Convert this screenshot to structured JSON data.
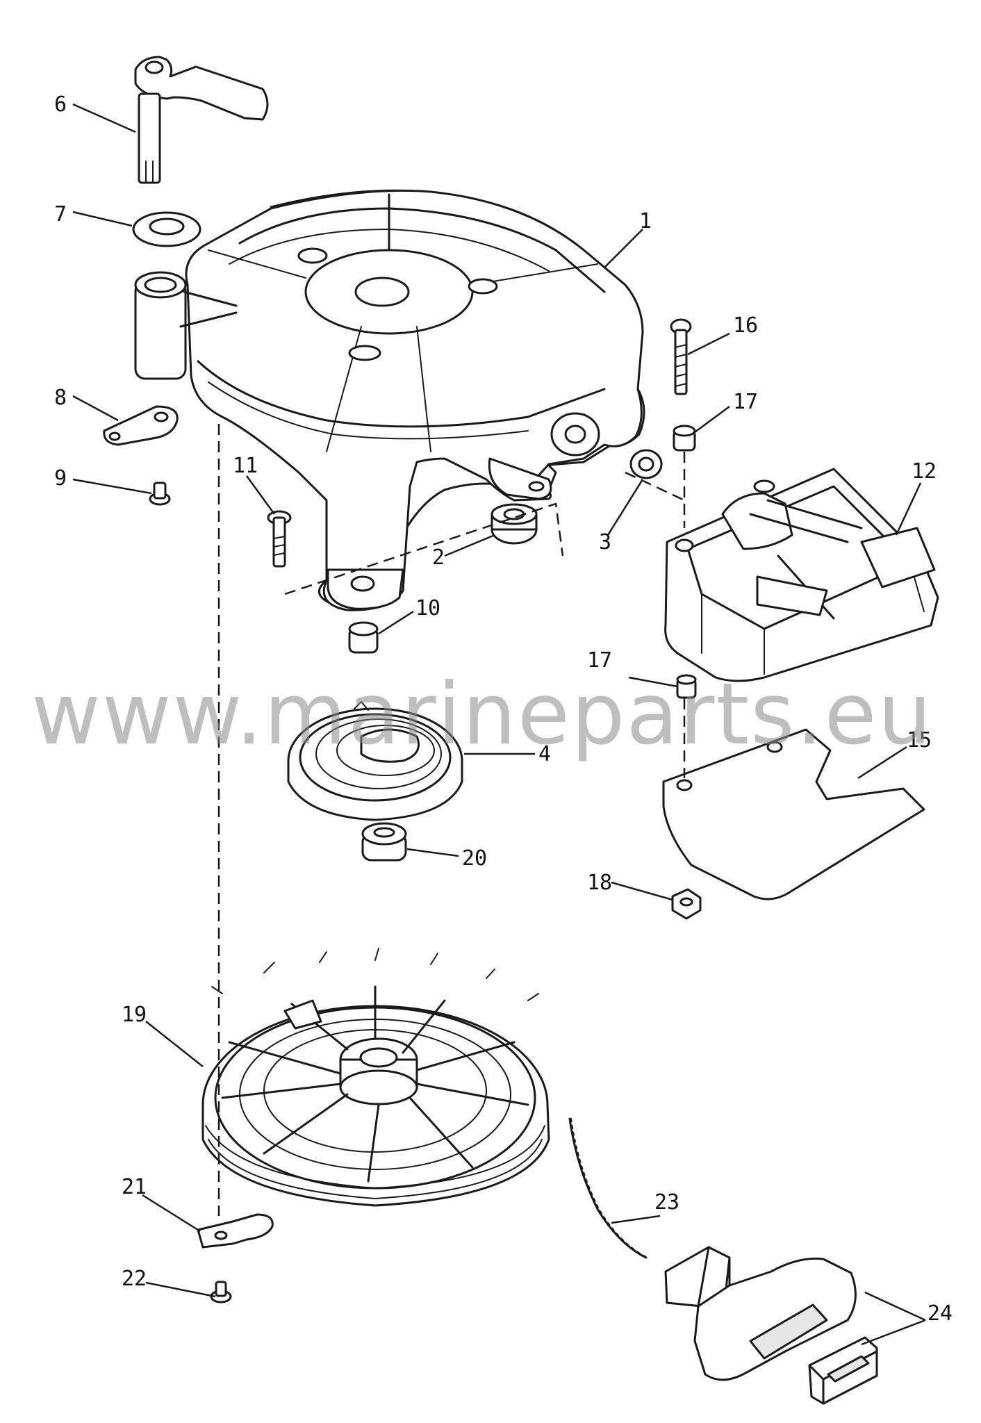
{
  "watermark": "www.marineparts.eu",
  "colors": {
    "line": "#1a1a1a",
    "watermark": "#8a8a8a",
    "background": "#ffffff"
  },
  "callouts": [
    {
      "id": "c1",
      "label": "1"
    },
    {
      "id": "c2",
      "label": "2"
    },
    {
      "id": "c3",
      "label": "3"
    },
    {
      "id": "c4",
      "label": "4"
    },
    {
      "id": "c6",
      "label": "6"
    },
    {
      "id": "c7",
      "label": "7"
    },
    {
      "id": "c8",
      "label": "8"
    },
    {
      "id": "c9",
      "label": "9"
    },
    {
      "id": "c10",
      "label": "10"
    },
    {
      "id": "c11",
      "label": "11"
    },
    {
      "id": "c12",
      "label": "12"
    },
    {
      "id": "c15",
      "label": "15"
    },
    {
      "id": "c16",
      "label": "16"
    },
    {
      "id": "c17a",
      "label": "17"
    },
    {
      "id": "c17b",
      "label": "17"
    },
    {
      "id": "c18",
      "label": "18"
    },
    {
      "id": "c19",
      "label": "19"
    },
    {
      "id": "c20",
      "label": "20"
    },
    {
      "id": "c21",
      "label": "21"
    },
    {
      "id": "c22",
      "label": "22"
    },
    {
      "id": "c23",
      "label": "23"
    },
    {
      "id": "c24",
      "label": "24"
    }
  ]
}
